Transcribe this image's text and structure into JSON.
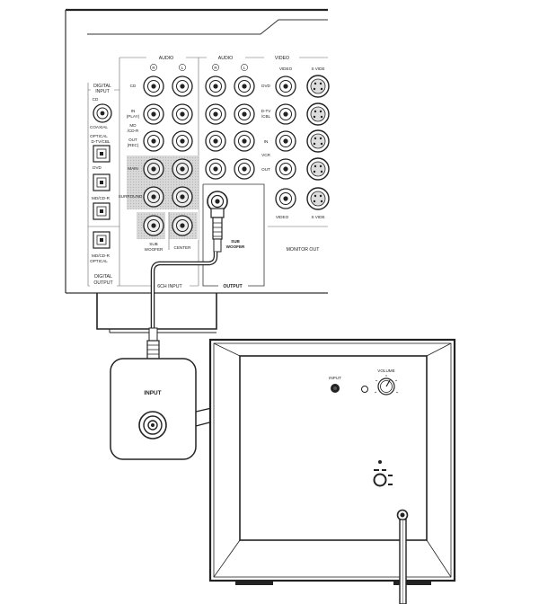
{
  "receiver": {
    "audio_header_1": "AUDIO",
    "audio_header_2": "AUDIO",
    "video_header": "VIDEO",
    "ch_r": "R",
    "ch_l": "L",
    "col_video": "VIDEO",
    "col_svideo": "S VIDE",
    "row_cd": "CD",
    "row_in_play": [
      "IN",
      "(PLAY)"
    ],
    "row_md_cdr": [
      "MD",
      "/CD-R"
    ],
    "row_out_rec": [
      "OUT",
      "(REC)"
    ],
    "row_main": "MAIN",
    "row_surround": "SURROUND",
    "sub_woofer": [
      "SUB",
      "WOOFER"
    ],
    "center": "CENTER",
    "ch6_input": "6CH INPUT",
    "output": "OUTPUT",
    "sub_woofer_out": [
      "SUB",
      "WOOFER"
    ],
    "vid_dvd": "DVD",
    "vid_dtv_cbl": [
      "D-TV",
      "/CBL"
    ],
    "vid_in": "IN",
    "vid_vcr": "VCR",
    "vid_out": "OUT",
    "vid_video": "VIDEO",
    "vid_svideo": "S VIDE",
    "monitor_out": "MONITOR OUT",
    "digital_input": [
      "DIGITAL",
      "INPUT"
    ],
    "dig_cd": "CD",
    "dig_coaxial": "COAXIAL",
    "dig_optical": [
      "OPTICAL",
      "D-TV/CBL"
    ],
    "dig_dvd": "DVD",
    "dig_md_cdr_1": "MD/CD-R",
    "dig_md_cdr_2": [
      "MD/CD-R",
      "OPTICAL"
    ],
    "digital_output": [
      "DIGITAL",
      "OUTPUT"
    ]
  },
  "callout": {
    "label": "INPUT"
  },
  "subwoofer": {
    "input_small": "INPUT",
    "volume": "VOLUME"
  }
}
